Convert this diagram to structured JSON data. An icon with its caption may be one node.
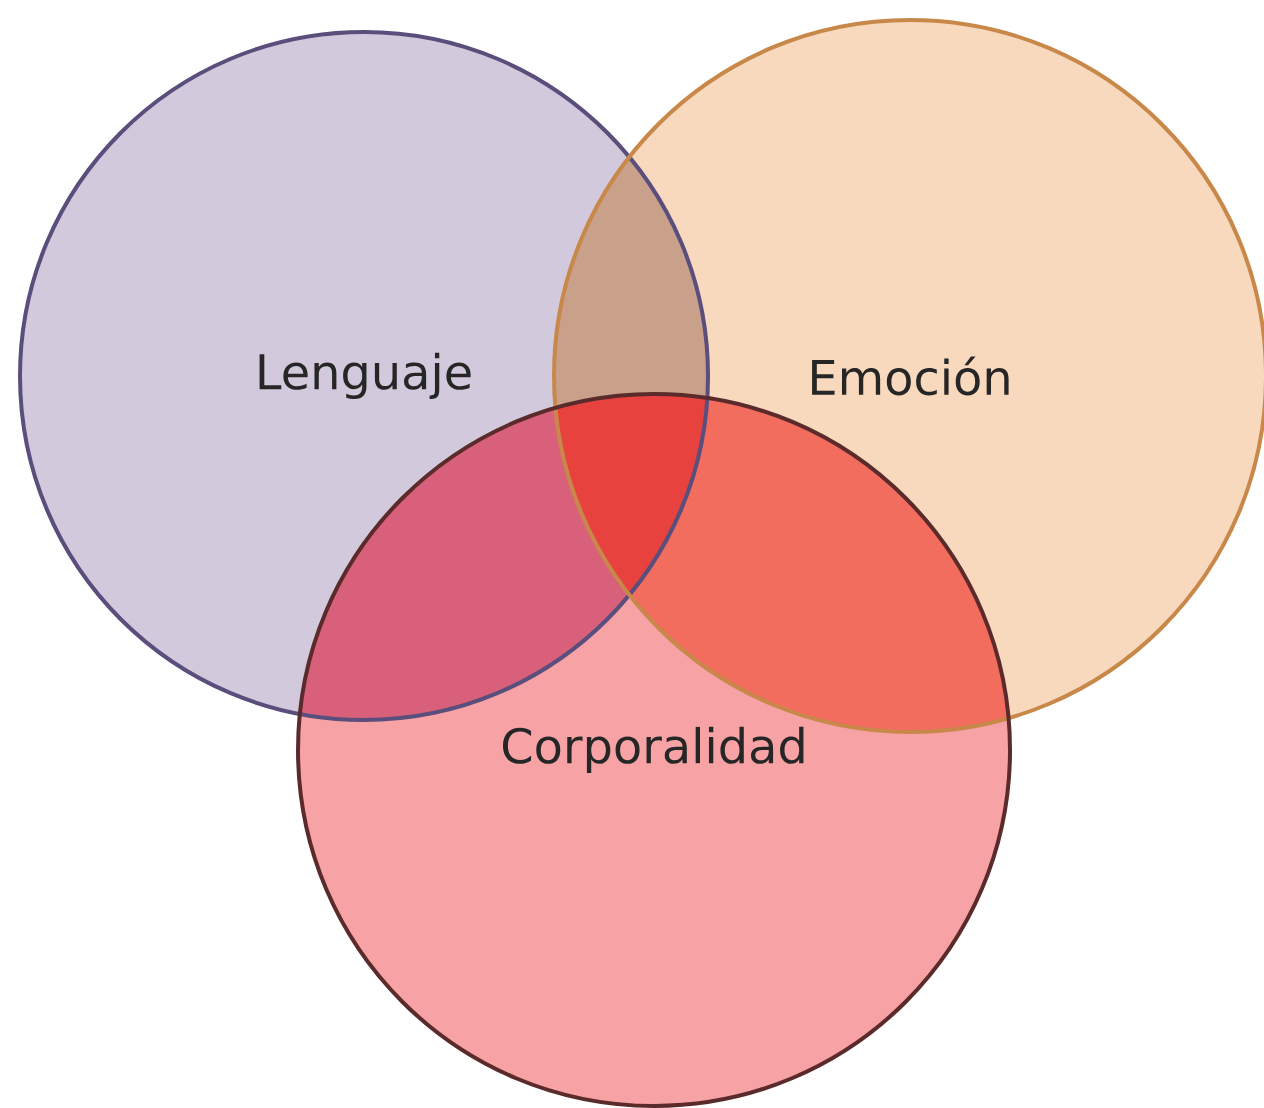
{
  "diagram": {
    "nodes": [
      {
        "text": [
          "Lenguaje"
        ]
      },
      {
        "text": [
          "Emoción"
        ]
      },
      {
        "text": [
          "Corporalidad"
        ]
      }
    ]
  }
}
